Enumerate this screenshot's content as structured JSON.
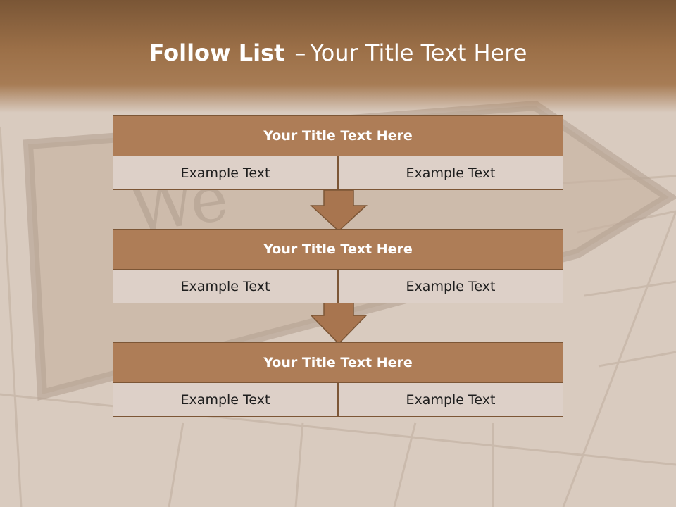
{
  "slide": {
    "title_bold": "Follow List",
    "title_dash": "–",
    "title_rest": "Your Title Text Here"
  },
  "steps": [
    {
      "title": "Your Title Text Here",
      "left": "Example Text",
      "right": "Example Text"
    },
    {
      "title": "Your Title Text Here",
      "left": "Example Text",
      "right": "Example Text"
    },
    {
      "title": "Your Title Text Here",
      "left": "Example Text",
      "right": "Example Text"
    }
  ],
  "colors": {
    "header": "#a77c55",
    "title_fill": "#ae7d57",
    "cell_fill": "#ddd0c8",
    "border": "#7c5636",
    "arrow": "#a8754f"
  },
  "background_image": "wooden-deck-doormat"
}
